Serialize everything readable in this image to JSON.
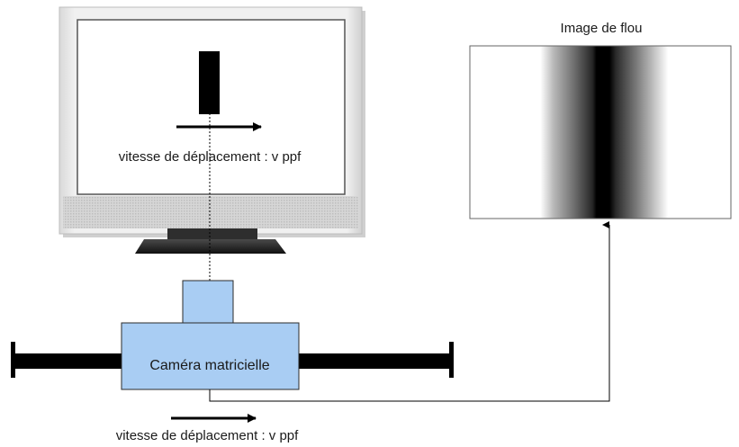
{
  "monitor": {
    "screen_label": "vitesse de déplacement : v ppf"
  },
  "camera": {
    "label": "Caméra matricielle",
    "motion_label": "vitesse de déplacement : v ppf"
  },
  "blur_image": {
    "title": "Image de flou"
  },
  "colors": {
    "camera_fill": "#a9cdf3",
    "camera_stroke": "#2b2b2b",
    "rail": "#000000",
    "bezel": "#eaeaea",
    "stand": "#2a2a2a"
  }
}
